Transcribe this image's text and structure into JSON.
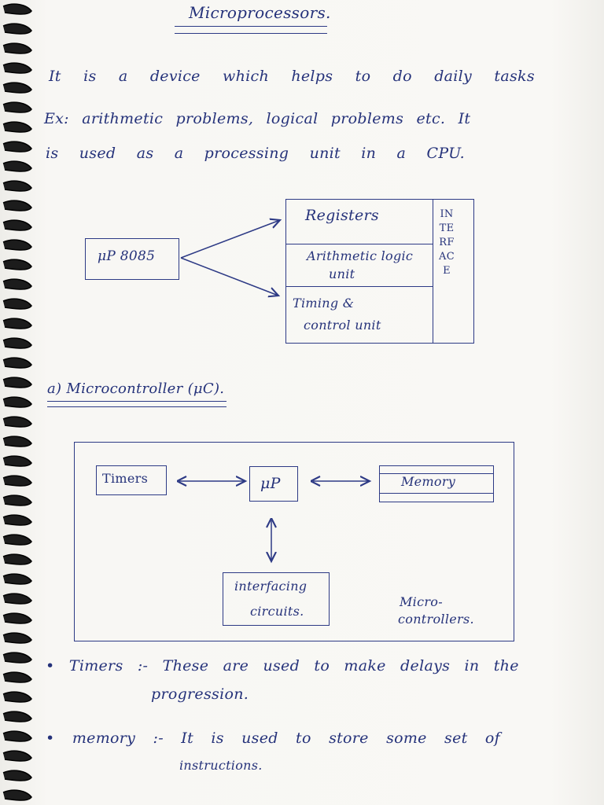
{
  "title": "Microprocessors.",
  "intro": {
    "line1": "It is a device which helps to do daily tasks",
    "line2": "Ex: arithmetic problems, logical problems etc. It",
    "line3": "is used as a processing unit in a CPU."
  },
  "mp_diagram": {
    "source_label": "μP 8085",
    "blocks": [
      "Registers",
      "Arithmetic logic",
      "unit",
      "Timing &",
      "control unit"
    ],
    "interface_label": "INTERFACE"
  },
  "section2_heading": "a) Microcontroller (μC).",
  "mc_diagram": {
    "timers": "Timers",
    "mp": "μP",
    "memory": "Memory",
    "interfacing_line1": "interfacing",
    "interfacing_line2": "circuits.",
    "caption_line1": "Micro-",
    "caption_line2": "controllers."
  },
  "notes": {
    "timers_line1": "• Timers :- These are used to make delays in the",
    "timers_line2": "progression.",
    "memory_line1": "• memory :- It is used to store some set of",
    "memory_line2": "instructions."
  },
  "colors": {
    "ink": "#25327a",
    "paper": "#f7f6f3"
  }
}
